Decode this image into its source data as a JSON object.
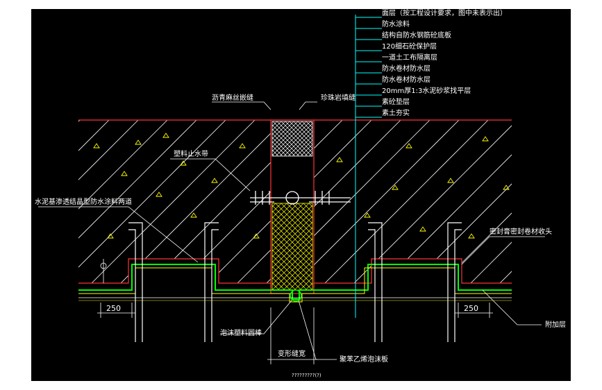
{
  "colors": {
    "background": "#000000",
    "frame": "#ffffff",
    "layer_lines": "#00ffff",
    "leader_lines": "#ffffff",
    "labels": "#ffffff",
    "structure_outline": "#ffffff",
    "joint_line": "#ff3333",
    "concrete_hatch": "#ffffff",
    "fill_hatch": "#ffff00",
    "membrane": "#00ff00"
  },
  "layer_labels": [
    "面层（按工程设计要求，图中未表示出）",
    "防水涂料",
    "结构自防水钢筋砼底板",
    "120细石砼保护层",
    "一道土工布隔离层",
    "防水卷材防水层",
    "防水卷材防水层",
    "20mm厚1:3水泥砂浆找平层",
    "素砼垫层",
    "素土夯实"
  ],
  "callouts": {
    "polysulfide_sealant": "沥青麻丝嵌缝",
    "sand_fill": "珍珠岩填缝",
    "plastic_waterstop": "塑料止水带",
    "crystalline_coating": "水泥基渗透结晶型防水涂料两道",
    "membrane_end_sealing": "密封膏密封卷材收头",
    "additional_layer": "附加层",
    "foam_rod": "泡沫塑料圆棒",
    "eps_board": "聚苯乙烯泡沫板",
    "joint_width": "变形缝宽"
  },
  "dimensions": {
    "left_extension": "250",
    "right_extension": "250"
  },
  "footer_text": "?????????(?)"
}
